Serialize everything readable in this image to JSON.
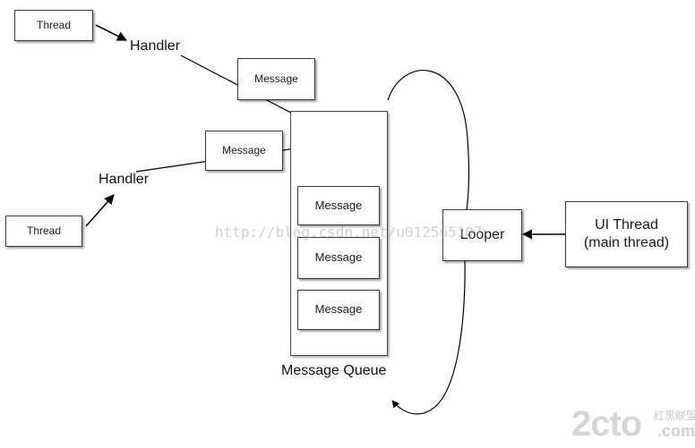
{
  "diagram": {
    "thread_top": "Thread",
    "thread_bottom": "Thread",
    "handler_top": "Handler",
    "handler_bottom": "Handler",
    "message_top": "Message",
    "message_mid": "Message",
    "queue_messages": [
      "Message",
      "Message",
      "Message"
    ],
    "queue_label": "Message Queue",
    "looper": "Looper",
    "ui_thread_line1": "UI Thread",
    "ui_thread_line2": "(main thread)"
  },
  "watermark": {
    "text": "http://blog.csdn.net/u012565107"
  },
  "logo": {
    "main": "2cto",
    "side": "红黑联盟",
    "domain": ".com"
  },
  "colors": {
    "line": "#000000",
    "box_border": "#3a3a3a",
    "watermark": "#aaaaaa"
  }
}
